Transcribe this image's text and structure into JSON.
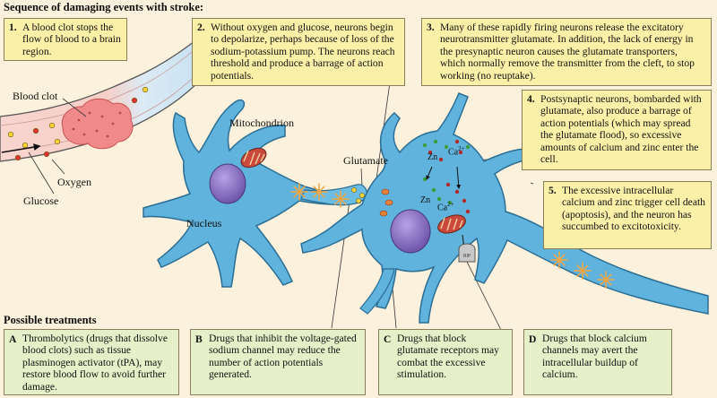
{
  "title": "Sequence of damaging events with stroke:",
  "treatments_title": "Possible treatments",
  "steps": [
    {
      "num": "1.",
      "text": "A blood clot stops the flow of blood to a brain region."
    },
    {
      "num": "2.",
      "text": "Without oxygen and glucose, neurons begin to depolarize, perhaps because of loss of the sodium-potassium pump. The neurons reach threshold and produce a barrage of action potentials."
    },
    {
      "num": "3.",
      "text": "Many of these rapidly firing neurons release the excitatory neurotransmitter glutamate. In addition, the lack of energy in the presynaptic neuron causes the glutamate transporters, which normally remove the transmitter from the cleft, to stop working (no reuptake)."
    },
    {
      "num": "4.",
      "text": "Postsynaptic neurons, bombarded with glutamate, also produce a barrage of action potentials (which may spread the glutamate flood), so excessive amounts of calcium and zinc enter the cell."
    },
    {
      "num": "5.",
      "text": "The excessive intracellular calcium and zinc trigger cell death (apoptosis), and the neuron has succumbed to excitotoxicity."
    }
  ],
  "treatments": [
    {
      "letter": "A",
      "text": "Thrombolytics (drugs that dissolve blood clots) such as tissue plasminogen activator (tPA), may restore blood flow to avoid further damage."
    },
    {
      "letter": "B",
      "text": "Drugs that inhibit the voltage-gated sodium channel may reduce the number of action potentials generated."
    },
    {
      "letter": "C",
      "text": "Drugs that block glutamate receptors may combat the excessive stimulation."
    },
    {
      "letter": "D",
      "text": "Drugs that block calcium channels may avert the intracellular buildup of calcium."
    }
  ],
  "labels": {
    "blood_clot": "Blood clot",
    "oxygen": "Oxygen",
    "glucose": "Glucose",
    "mitochondrion": "Mitochondrion",
    "nucleus": "Nucleus",
    "glutamate": "Glutamate",
    "zn_1": "Zn",
    "ca_1": "Ca",
    "ca_1_sup": "2+",
    "zn_2": "Zn",
    "ca_2": "Ca",
    "ca_2_sup": "2+"
  },
  "colors": {
    "background": "#fbf1dc",
    "step_box": "#fbf0a8",
    "treatment_box": "#e5efc8",
    "neuron": "#5fb3dc",
    "neuron_outline": "#2b6e95",
    "nucleus": "#8a6fc0",
    "clot": "#f08a8a",
    "vessel": "#f6c9c2",
    "action_potential": "#f4a640"
  },
  "icons": [
    "tombstone-icon",
    "spark-icon",
    "arrow-icon"
  ]
}
